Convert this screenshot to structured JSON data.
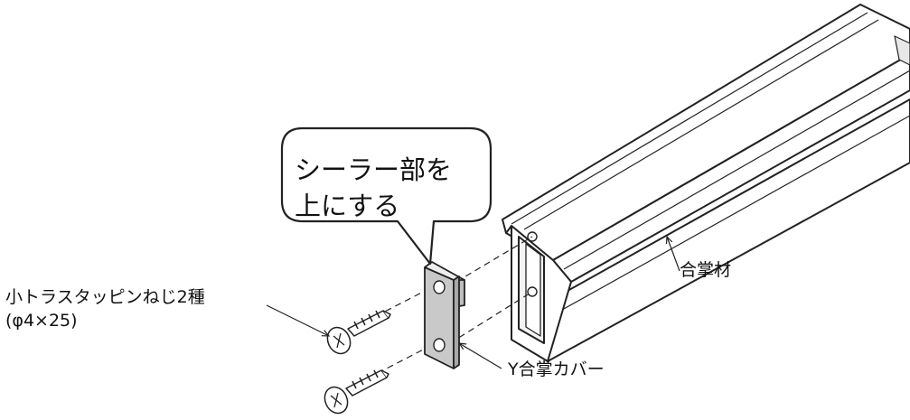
{
  "callout": {
    "line1": "シーラー部を",
    "line2": "上にする"
  },
  "labels": {
    "screw_line1": "小トラスタッピンねじ2種",
    "screw_line2": "(φ4×25)",
    "member": "合掌材",
    "cover": "Y合掌カバー"
  },
  "colors": {
    "line": "#222222",
    "cover_fill": "#c9c9c9",
    "cover_edge": "#8a8a8a",
    "screw_fill": "#ffffff"
  }
}
